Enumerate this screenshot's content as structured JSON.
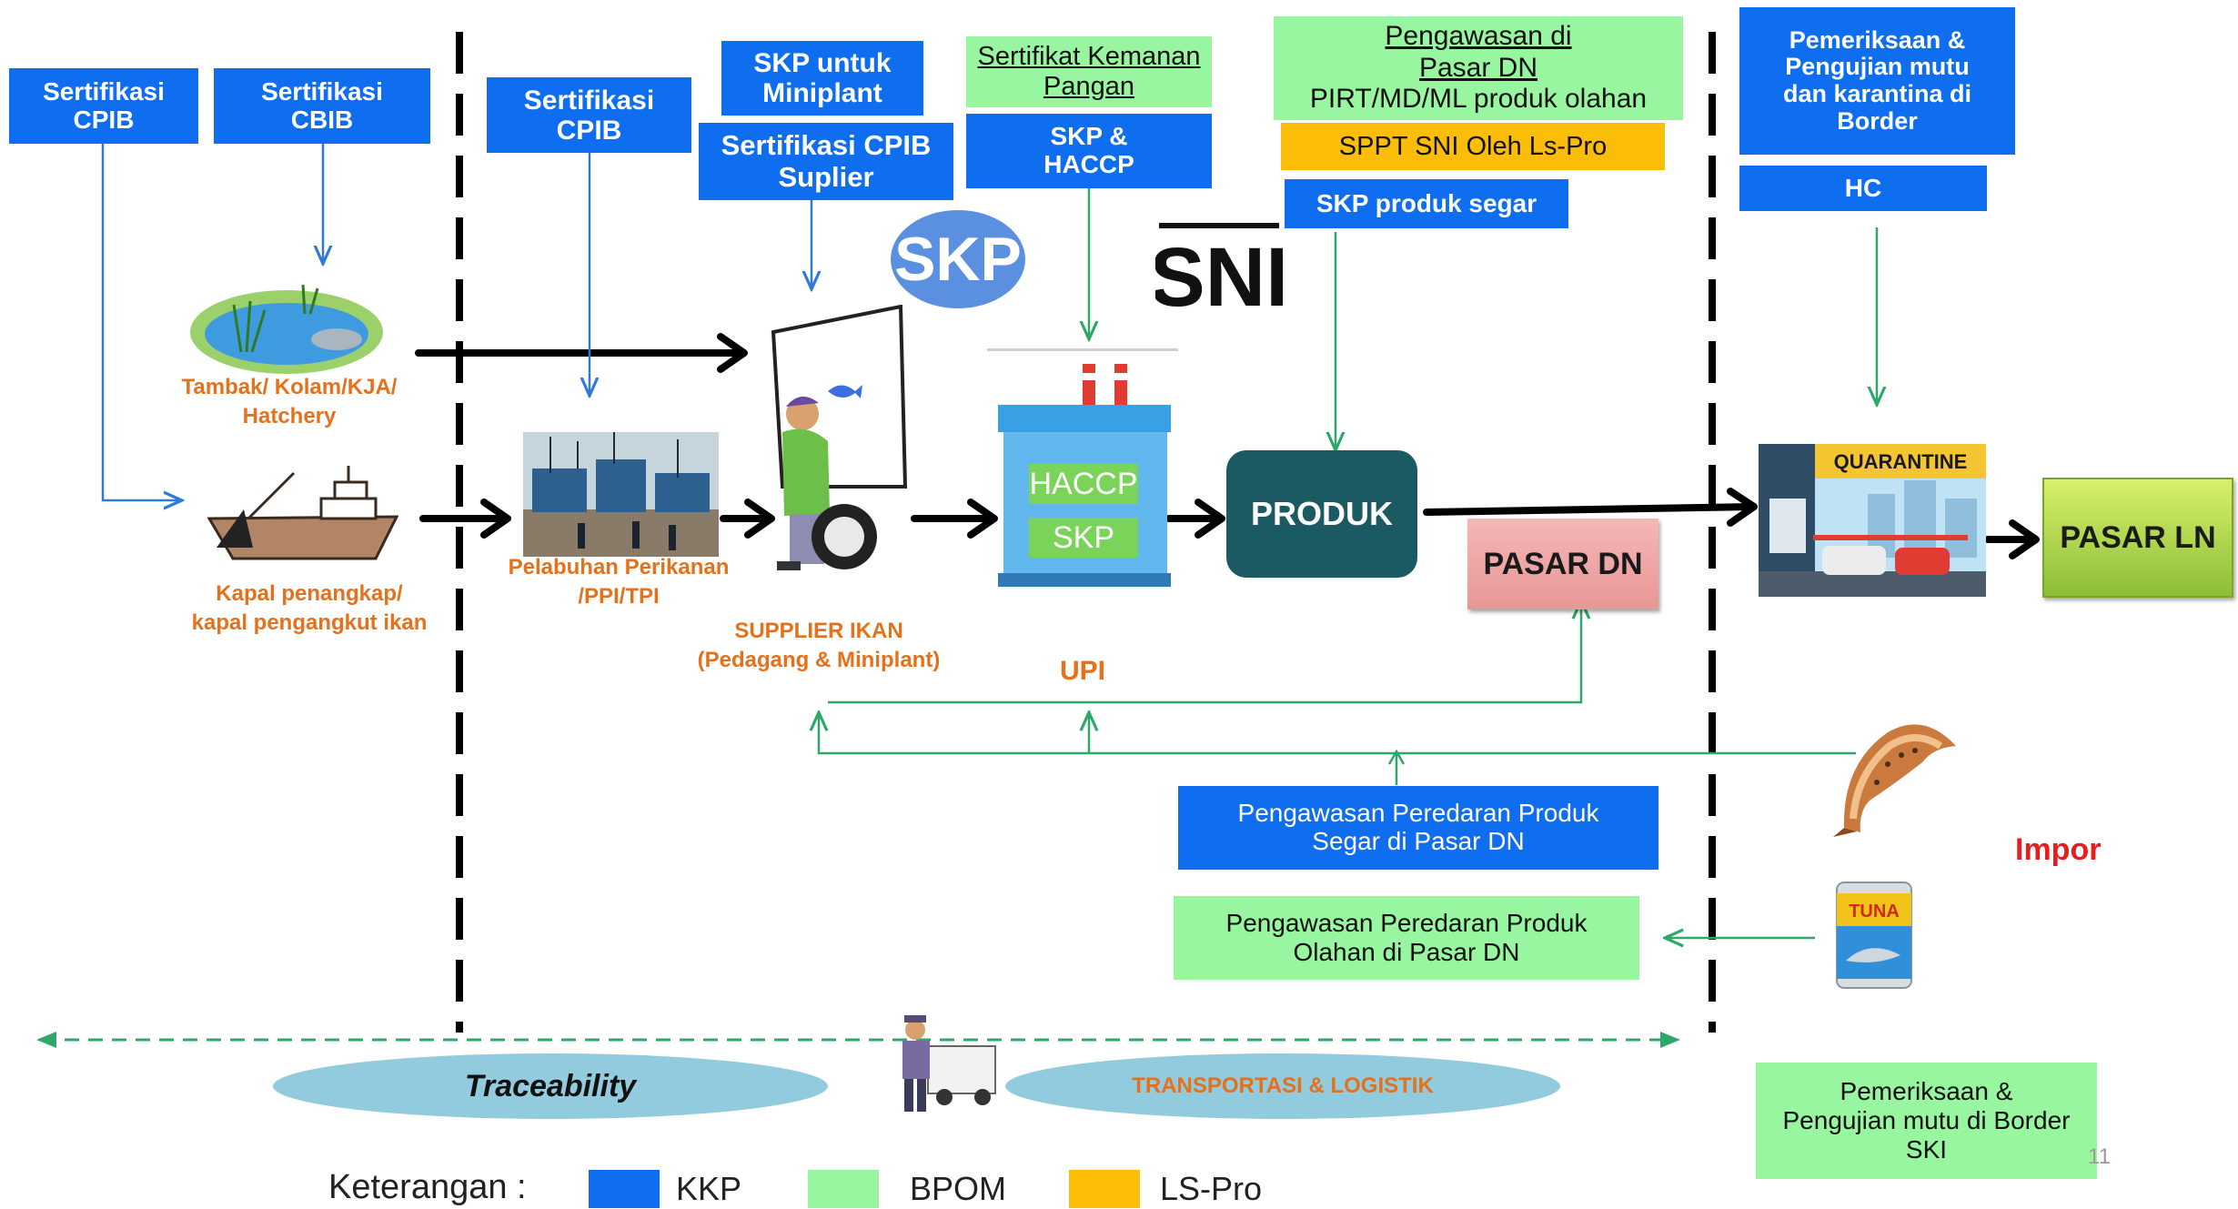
{
  "kkp_boxes": {
    "sert_cpib_1": "Sertifikasi\nCPIB",
    "sert_cbib": "Sertifikasi\nCBIB",
    "sert_cpib_2": "Sertifikasi\nCPIB",
    "skp_miniplant": "SKP untuk\nMiniplant",
    "sert_cpib_suplier": "Sertifikasi CPIB\nSuplier",
    "skp_haccp": "SKP  &\nHACCP",
    "skp_produk_segar": "SKP  produk segar",
    "pemeriksaan_karantina": "Pemeriksaan &\nPengujian mutu\ndan karantina di\nBorder",
    "hc": "HC",
    "pengawasan_segar": "Pengawasan Peredaran Produk\nSegar di Pasar DN"
  },
  "bpom_boxes": {
    "sertifikat_keamanan_title": "Sertifikat Kemanan\nPangan",
    "pengawasan_pasar_dn_title": "Pengawasan di\nPasar DN",
    "pengawasan_pasar_dn_sub": "PIRT/MD/ML produk olahan",
    "pengawasan_olahan": "Pengawasan Peredaran Produk\nOlahan di Pasar DN",
    "pemeriksaan_ski": "Pemeriksaan &\nPengujian mutu di Border\nSKI"
  },
  "lspro_boxes": {
    "sppt_sni": "SPPT SNI Oleh Ls-Pro"
  },
  "logos": {
    "skp": "SKP",
    "sni": "SNI"
  },
  "nodes": {
    "tambak": "Tambak/ Kolam/KJA/\nHatchery",
    "kapal": "Kapal penangkap/\nkapal pengangkut ikan",
    "pelabuhan": "Pelabuhan Perikanan\n/PPI/TPI",
    "supplier": "SUPPLIER  IKAN\n(Pedagang & Miniplant)",
    "upi": "UPI",
    "upi_haccp": "HACCP",
    "upi_skp": "SKP",
    "produk": "PRODUK",
    "pasar_dn": "PASAR DN",
    "quarantine": "QUARANTINE",
    "pasar_ln": "PASAR LN",
    "impor": "Impor",
    "tuna": "TUNA"
  },
  "bottom": {
    "traceability": "Traceability",
    "transportasi": "TRANSPORTASI & LOGISTIK"
  },
  "legend": {
    "title": "Keterangan :",
    "items": [
      {
        "label": "KKP",
        "color": "#0f6ef0"
      },
      {
        "label": "BPOM",
        "color": "#98f5a0"
      },
      {
        "label": "LS-Pro",
        "color": "#fbbd08"
      }
    ]
  },
  "page_number": "11",
  "colors": {
    "kkp": "#0f6ef0",
    "bpom": "#98f5a0",
    "lspro": "#fbbd08",
    "orange_label": "#e4711c",
    "green_arrow": "#2ea868",
    "produk": "#1b5a62",
    "ellipse": "#92cbdd"
  }
}
